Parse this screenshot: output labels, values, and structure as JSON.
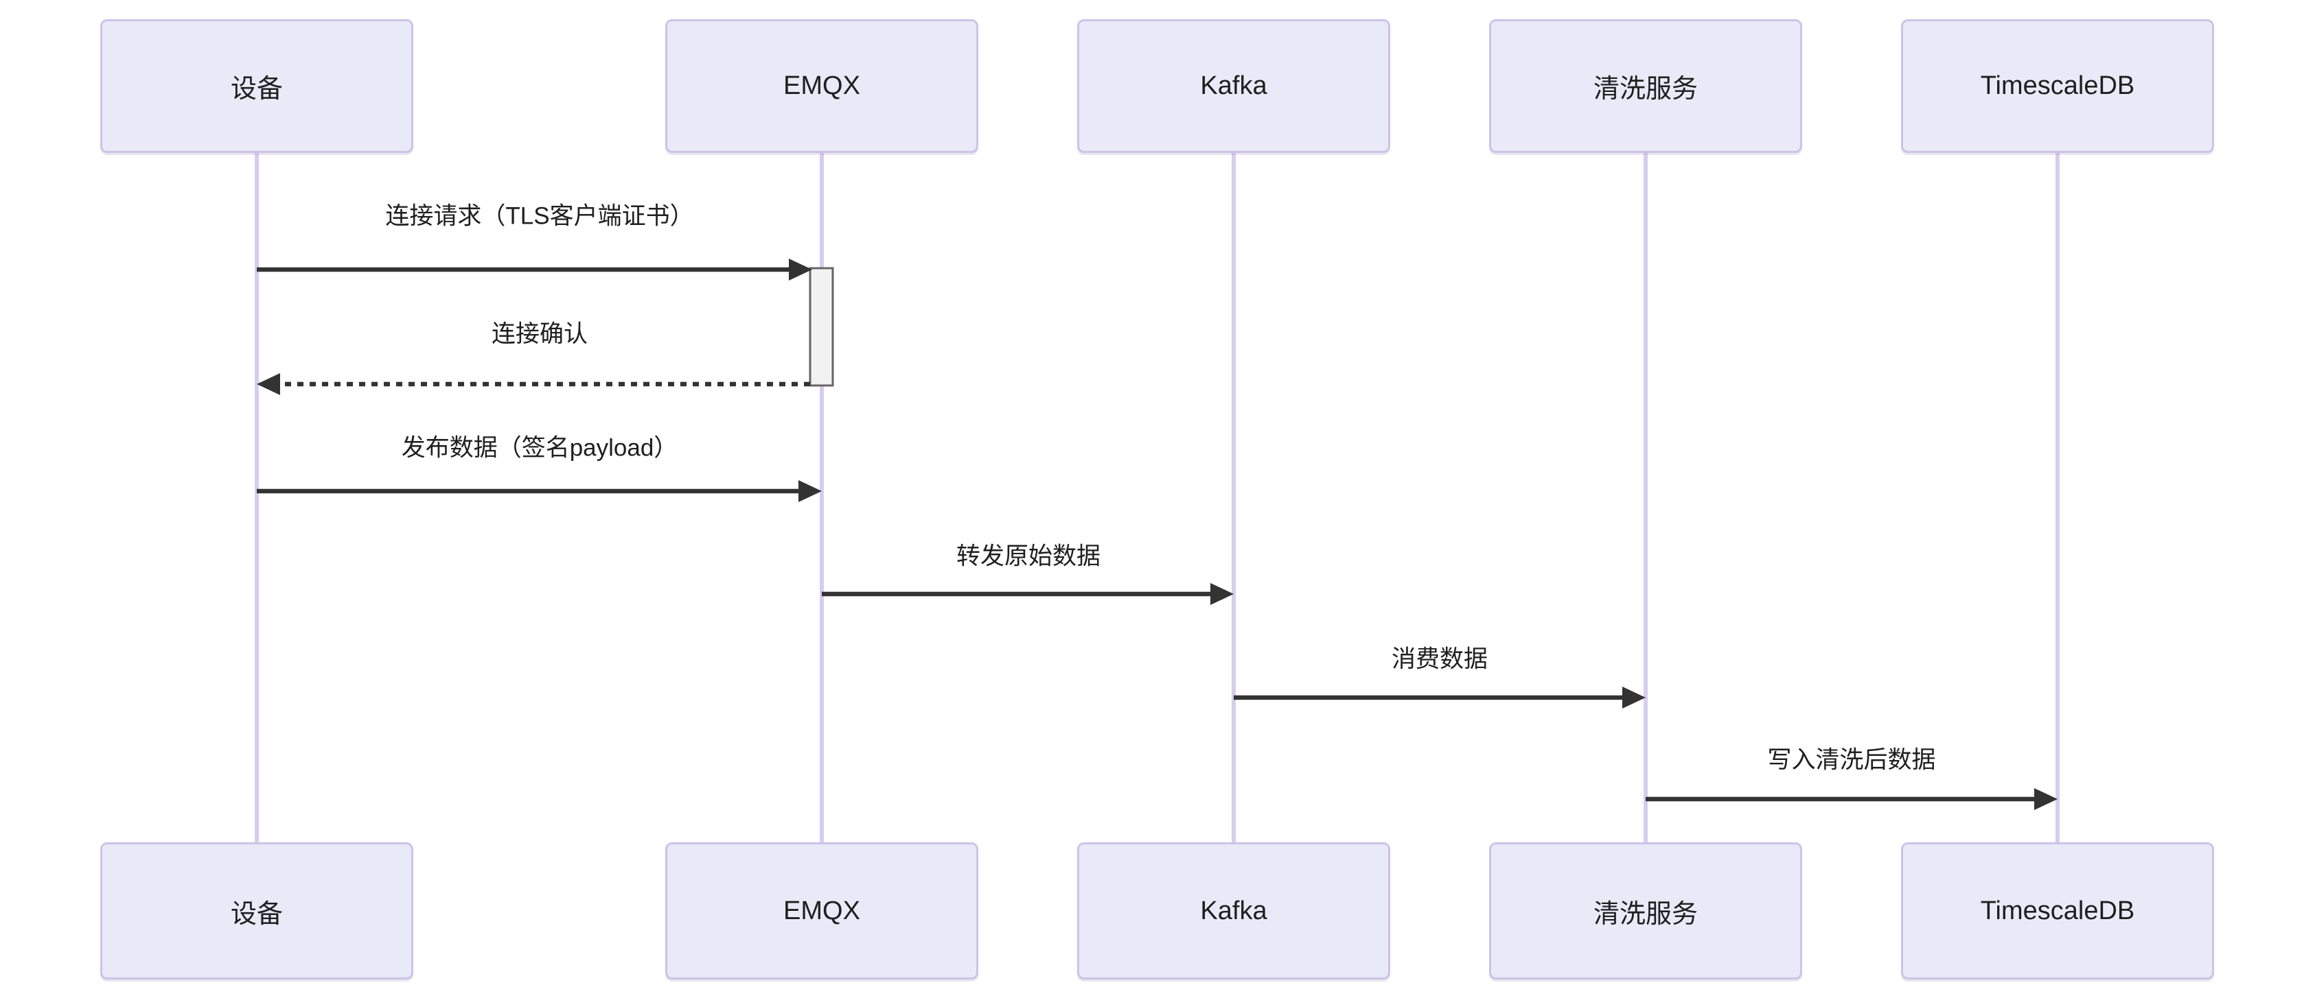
{
  "diagram": {
    "type": "sequence-diagram",
    "actors": [
      {
        "id": "device",
        "label": "设备"
      },
      {
        "id": "emqx",
        "label": "EMQX"
      },
      {
        "id": "kafka",
        "label": "Kafka"
      },
      {
        "id": "cleaning-service",
        "label": "清洗服务"
      },
      {
        "id": "timescaledb",
        "label": "TimescaleDB"
      }
    ],
    "messages": [
      {
        "from": "设备",
        "to": "EMQX",
        "label": "连接请求（TLS客户端证书）",
        "line": "solid",
        "direction": "right"
      },
      {
        "from": "EMQX",
        "to": "设备",
        "label": "连接确认",
        "line": "dashed",
        "direction": "left"
      },
      {
        "from": "设备",
        "to": "EMQX",
        "label": "发布数据（签名payload）",
        "line": "solid",
        "direction": "right"
      },
      {
        "from": "EMQX",
        "to": "Kafka",
        "label": "转发原始数据",
        "line": "solid",
        "direction": "right"
      },
      {
        "from": "Kafka",
        "to": "清洗服务",
        "label": "消费数据",
        "line": "solid",
        "direction": "right"
      },
      {
        "from": "清洗服务",
        "to": "TimescaleDB",
        "label": "写入清洗后数据",
        "line": "solid",
        "direction": "right"
      }
    ],
    "activation": {
      "actor": "EMQX",
      "from_message": "连接请求（TLS客户端证书）",
      "to_message": "连接确认"
    },
    "colors": {
      "background": "#ffffff",
      "actor_fill": "#e9e9f8",
      "actor_border": "#cdc3e8",
      "lifeline": "#d6cdee",
      "message_line": "#333333",
      "text": "#1f1f1f",
      "activation_fill": "#f2f2f2",
      "activation_border": "#666666"
    }
  }
}
